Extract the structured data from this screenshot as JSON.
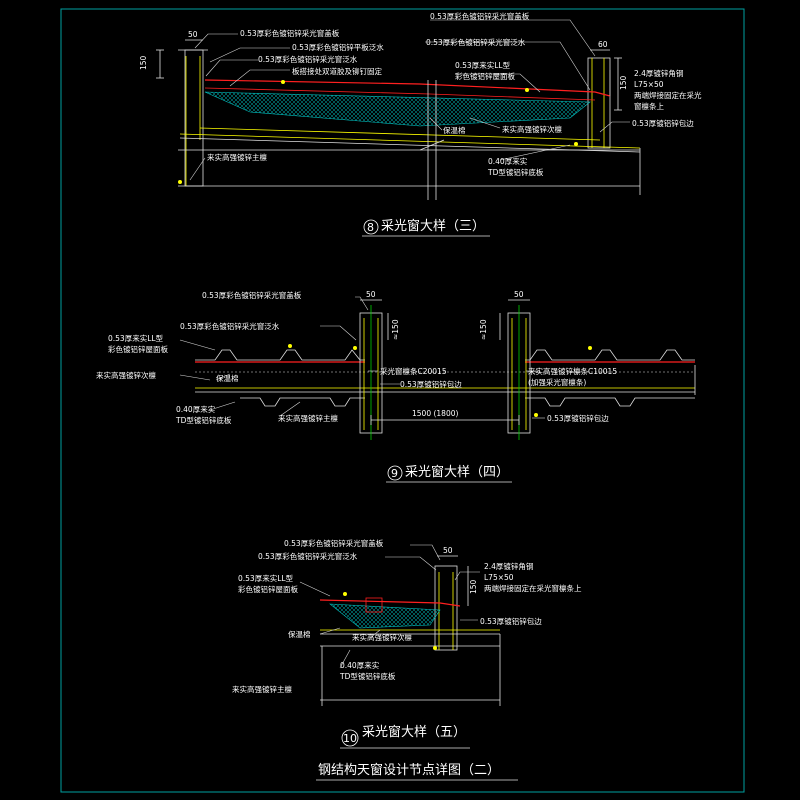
{
  "detail8": {
    "number": "8",
    "title": "采光窗大样（三）",
    "dims": {
      "w50": "50",
      "w60": "60",
      "h150_left": "150",
      "h150_right": "150"
    },
    "labels": {
      "cover_left": "0.53厚彩色镀铝锌采光窗盖板",
      "flat_flash": "0.53厚彩色镀铝锌平板泛水",
      "window_flash_left": "0.53厚彩色镀铝锌采光窗泛水",
      "rivet_note": "板搭接处双道胶及铆钉固定",
      "cover_right": "0.53厚彩色镀铝锌采光窗盖板",
      "window_flash_right": "0.53厚彩色镀铝锌采光窗泛水",
      "panel_type": "0.53厚来实LL型",
      "panel_name": "彩色镀铝锌屋面板",
      "angle_steel": "2.4厚镀锌角钢",
      "angle_size": "L75×50",
      "angle_note1": "两端焊接固定在采光",
      "angle_note2": "窗檩条上",
      "edge_trim": "0.53厚镀铝锌包边",
      "insulation": "保温棉",
      "purlin": "来实高强镀锌次檩",
      "main_purlin": "来实高强镀锌主檩",
      "base_panel1": "0.40厚来实",
      "base_panel2": "TD型镀铝锌底板"
    }
  },
  "detail9": {
    "number": "9",
    "title": "采光窗大样（四）",
    "dims": {
      "w50_left": "50",
      "w50_right": "50",
      "h150_left": "≈150",
      "h150_right": "≈150",
      "span": "1500 (1800)"
    },
    "labels": {
      "cover": "0.53厚彩色镀铝锌采光窗盖板",
      "flash": "0.53厚彩色镀铝锌采光窗泛水",
      "panel_type": "0.53厚来实LL型",
      "panel_name": "彩色镀铝锌屋面板",
      "purlin": "来实高强镀锌次檩",
      "insulation": "保温棉",
      "window_purlin": "采光窗檩条C20015",
      "edge_trim": "0.53厚镀铝锌包边",
      "base_panel1": "0.40厚来实",
      "base_panel2": "TD型镀铝锌底板",
      "main_purlin": "来实高强镀锌主檩",
      "right_purlin1": "来实高强镀锌檩条C10015",
      "right_purlin2": "(加强采光窗檩条)",
      "right_edge_trim": "0.53厚镀铝锌包边"
    }
  },
  "detail10": {
    "number": "10",
    "title": "采光窗大样（五）",
    "dims": {
      "w50": "50",
      "h150": "150"
    },
    "labels": {
      "cover": "0.53厚彩色镀铝锌采光窗盖板",
      "flash": "0.53厚彩色镀铝锌采光窗泛水",
      "angle_steel": "2.4厚镀锌角钢",
      "angle_size": "L75×50",
      "angle_note": "两端焊接固定在采光窗檩条上",
      "panel_type": "0.53厚来实LL型",
      "panel_name": "彩色镀铝锌屋面板",
      "insulation": "保温棉",
      "purlin": "来实高强镀锌次檩",
      "edge_trim": "0.53厚镀铝锌包边",
      "base_panel1": "0.40厚来实",
      "base_panel2": "TD型镀铝锌底板",
      "main_purlin": "来实高强镀锌主檩"
    }
  },
  "sheet_title": "钢结构天窗设计节点详图（二）",
  "colors": {
    "background": "#000000",
    "frame": "#00a0a0",
    "roof_line": "#ff2020",
    "structure": "#ffff00",
    "insulation": "#00c0c0",
    "text": "#ffffff"
  }
}
